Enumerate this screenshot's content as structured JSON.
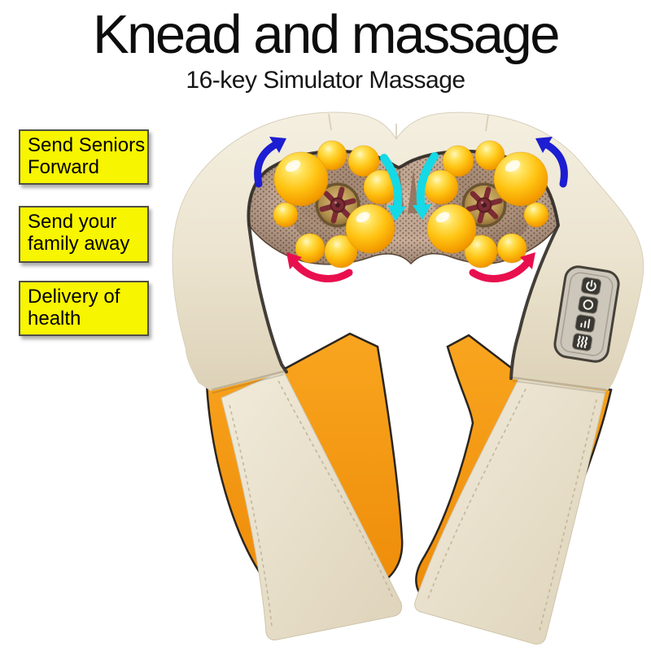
{
  "header": {
    "title": "Knead and massage",
    "subtitle": "16-key Simulator Massage"
  },
  "feature_labels": [
    {
      "line1": "Send Seniors",
      "line2": "Forward"
    },
    {
      "line1": "Send your",
      "line2": "family away"
    },
    {
      "line1": "Delivery of",
      "line2": "health"
    }
  ],
  "product": {
    "kind": "neck-and-shoulder-kneading-massager",
    "massage_nodes_total": 16,
    "node_clusters": 2,
    "nodes_per_cluster": 8,
    "control_buttons": [
      "power",
      "direction",
      "intensity",
      "heat"
    ],
    "arrow_meanings": {
      "blue_outer": "outward rotation",
      "cyan_center": "inward kneading",
      "red_lower": "reverse rotation"
    }
  },
  "colors": {
    "title_black": "#0d0d0d",
    "label_yellow": "#f8f500",
    "label_border": "#4f4f46",
    "shell_cream": "#ece4d0",
    "orange_fabric": "#f49a17",
    "mesh_tan": "#c9ae99",
    "trim_dark": "#34302a",
    "ball_gold": "#ffc312",
    "hub_maroon": "#7c2b34",
    "arrow_blue": "#1d1dd2",
    "arrow_cyan": "#14d9e6",
    "arrow_red": "#e90f4e",
    "panel_gray": "#cdc7bb",
    "button_dark": "#3a3832"
  }
}
